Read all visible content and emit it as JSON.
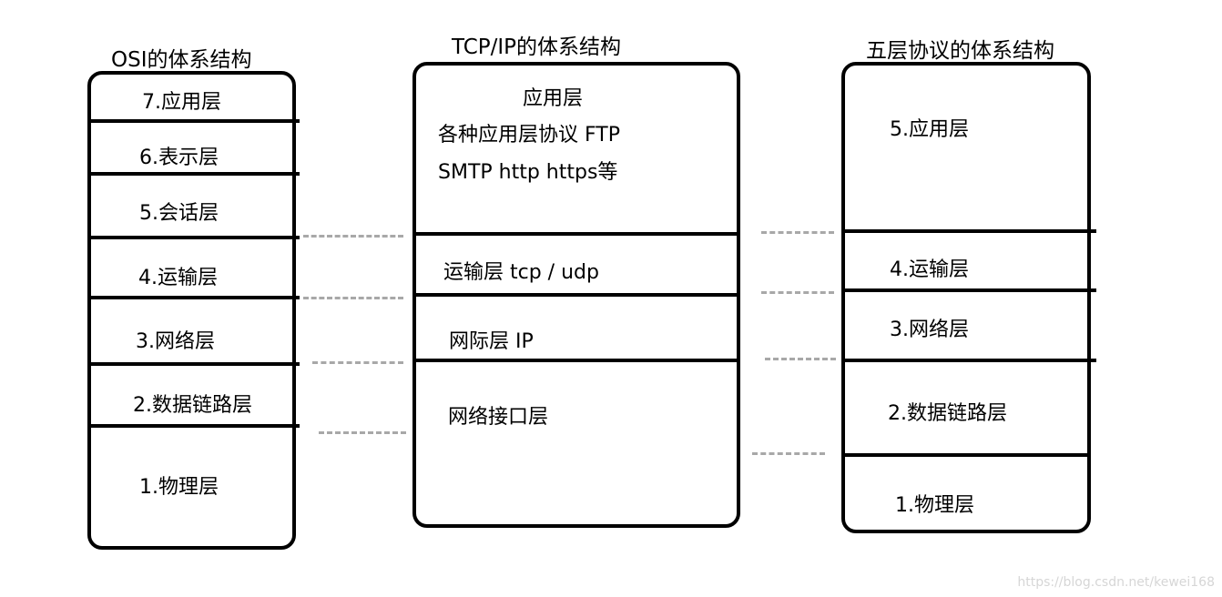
{
  "osi": {
    "title": "OSI的体系结构",
    "layers": [
      "7.应用层",
      "6.表示层",
      "5.会话层",
      "4.运输层",
      "3.网络层",
      "2.数据链路层",
      "1.物理层"
    ]
  },
  "tcpip": {
    "title": "TCP/IP的体系结构",
    "app_title": "应用层",
    "app_line1": "各种应用层协议 FTP",
    "app_line2": "SMTP http https等",
    "transport": "运输层 tcp / udp",
    "internet": "网际层 IP",
    "link": "网络接口层"
  },
  "five": {
    "title": "五层协议的体系结构",
    "layers": [
      "5.应用层",
      "4.运输层",
      "3.网络层",
      "2.数据链路层",
      "1.物理层"
    ]
  },
  "watermark": "https://blog.csdn.net/kewei168"
}
